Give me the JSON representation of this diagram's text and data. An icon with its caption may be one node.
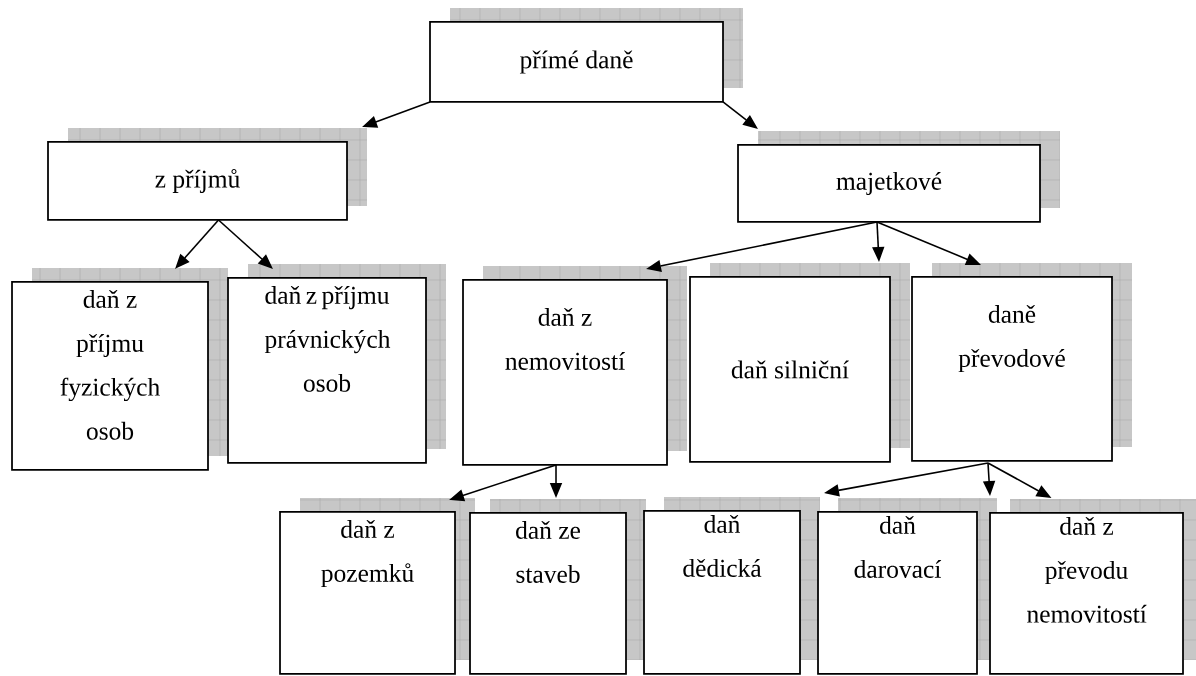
{
  "diagram": {
    "nodes": [
      {
        "text": [
          "přímé daně"
        ]
      },
      {
        "text": [
          "z příjmů"
        ]
      },
      {
        "text": [
          "majetkové"
        ]
      },
      {
        "text": [
          "daň z příjmu fyzických osob"
        ]
      },
      {
        "text": [
          "daň z příjmu právnických osob"
        ]
      },
      {
        "text": [
          "daň z nemovitostí"
        ]
      },
      {
        "text": [
          "daň silniční"
        ]
      },
      {
        "text": [
          "daně převodové"
        ]
      },
      {
        "text": [
          "daň z pozemků"
        ]
      },
      {
        "text": [
          "daň ze staveb"
        ]
      },
      {
        "text": [
          "daň dědická"
        ]
      },
      {
        "text": [
          "daň darovací"
        ]
      },
      {
        "text": [
          "daň z převodu nemovitostí"
        ]
      }
    ],
    "edges": [
      {
        "from": 0,
        "to": 1,
        "arrow": "to"
      },
      {
        "from": 0,
        "to": 2,
        "arrow": "to"
      },
      {
        "from": 1,
        "to": 3,
        "arrow": "to"
      },
      {
        "from": 1,
        "to": 4,
        "arrow": "to"
      },
      {
        "from": 2,
        "to": 5,
        "arrow": "to"
      },
      {
        "from": 2,
        "to": 6,
        "arrow": "to"
      },
      {
        "from": 2,
        "to": 7,
        "arrow": "to"
      },
      {
        "from": 5,
        "to": 8,
        "arrow": "to"
      },
      {
        "from": 5,
        "to": 9,
        "arrow": "to"
      },
      {
        "from": 7,
        "to": 10,
        "arrow": "to"
      },
      {
        "from": 7,
        "to": 11,
        "arrow": "to"
      },
      {
        "from": 7,
        "to": 12,
        "arrow": "to"
      }
    ]
  }
}
